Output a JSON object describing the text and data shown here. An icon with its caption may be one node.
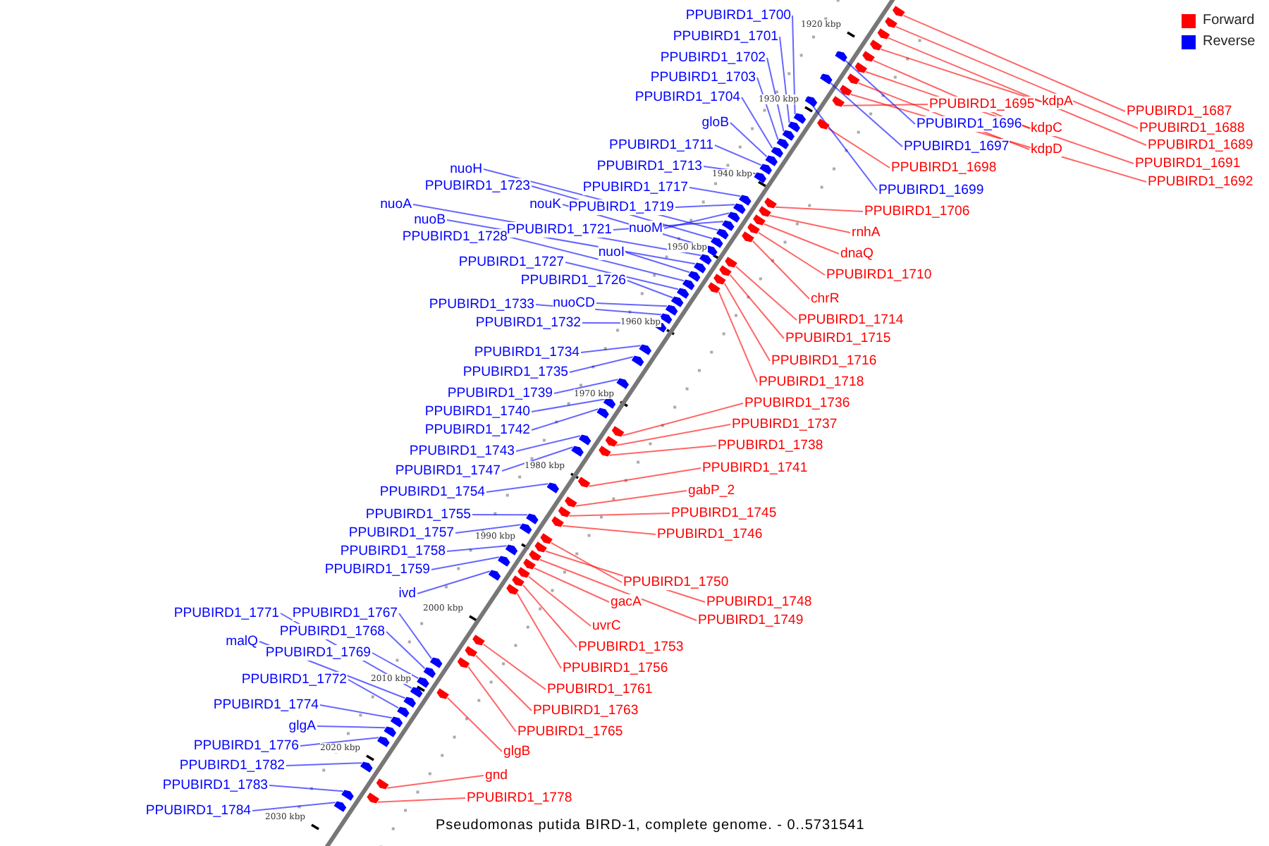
{
  "diagram": {
    "caption": "Pseudomonas putida BIRD-1, complete genome. - 0..5731541",
    "nodes": [
      {
        "text": [
          "PPUBIRD1_1700"
        ]
      },
      {
        "text": [
          "PPUBIRD1_1701"
        ]
      },
      {
        "text": [
          "PPUBIRD1_1702"
        ]
      },
      {
        "text": [
          "PPUBIRD1_1703"
        ]
      },
      {
        "text": [
          "PPUBIRD1_1704"
        ]
      },
      {
        "text": [
          "gloB"
        ]
      },
      {
        "text": [
          "PPUBIRD1_1711"
        ]
      },
      {
        "text": [
          "PPUBIRD1_1713"
        ]
      },
      {
        "text": [
          "PPUBIRD1_1717"
        ]
      },
      {
        "text": [
          "PPUBIRD1_1719"
        ]
      },
      {
        "text": [
          "nuoH"
        ]
      },
      {
        "text": [
          "PPUBIRD1_1723"
        ]
      },
      {
        "text": [
          "nouK"
        ]
      },
      {
        "text": [
          "nuoA"
        ]
      },
      {
        "text": [
          "nuoB"
        ]
      },
      {
        "text": [
          "PPUBIRD1_1728"
        ]
      },
      {
        "text": [
          "PPUBIRD1_1721"
        ]
      },
      {
        "text": [
          "nuoM"
        ]
      },
      {
        "text": [
          "nuoI"
        ]
      },
      {
        "text": [
          "PPUBIRD1_1727"
        ]
      },
      {
        "text": [
          "PPUBIRD1_1726"
        ]
      },
      {
        "text": [
          "PPUBIRD1_1733"
        ]
      },
      {
        "text": [
          "nuoCD"
        ]
      },
      {
        "text": [
          "PPUBIRD1_1732"
        ]
      },
      {
        "text": [
          "PPUBIRD1_1734"
        ]
      },
      {
        "text": [
          "PPUBIRD1_1735"
        ]
      },
      {
        "text": [
          "PPUBIRD1_1739"
        ]
      },
      {
        "text": [
          "PPUBIRD1_1740"
        ]
      },
      {
        "text": [
          "PPUBIRD1_1742"
        ]
      },
      {
        "text": [
          "PPUBIRD1_1743"
        ]
      },
      {
        "text": [
          "PPUBIRD1_1747"
        ]
      },
      {
        "text": [
          "PPUBIRD1_1754"
        ]
      },
      {
        "text": [
          "PPUBIRD1_1755"
        ]
      },
      {
        "text": [
          "PPUBIRD1_1757"
        ]
      },
      {
        "text": [
          "PPUBIRD1_1758"
        ]
      },
      {
        "text": [
          "PPUBIRD1_1759"
        ]
      },
      {
        "text": [
          "ivd"
        ]
      },
      {
        "text": [
          "PPUBIRD1_1771"
        ]
      },
      {
        "text": [
          "PPUBIRD1_1767"
        ]
      },
      {
        "text": [
          "PPUBIRD1_1768"
        ]
      },
      {
        "text": [
          "malQ"
        ]
      },
      {
        "text": [
          "PPUBIRD1_1769"
        ]
      },
      {
        "text": [
          "PPUBIRD1_1772"
        ]
      },
      {
        "text": [
          "PPUBIRD1_1774"
        ]
      },
      {
        "text": [
          "glgA"
        ]
      },
      {
        "text": [
          "PPUBIRD1_1776"
        ]
      },
      {
        "text": [
          "PPUBIRD1_1782"
        ]
      },
      {
        "text": [
          "PPUBIRD1_1783"
        ]
      },
      {
        "text": [
          "PPUBIRD1_1784"
        ]
      },
      {
        "text": [
          "kdpA"
        ]
      },
      {
        "text": [
          "PPUBIRD1_1695"
        ]
      },
      {
        "text": [
          "PPUBIRD1_1687"
        ]
      },
      {
        "text": [
          "PPUBIRD1_1696"
        ]
      },
      {
        "text": [
          "kdpC"
        ]
      },
      {
        "text": [
          "PPUBIRD1_1688"
        ]
      },
      {
        "text": [
          "PPUBIRD1_1697"
        ]
      },
      {
        "text": [
          "PPUBIRD1_1689"
        ]
      },
      {
        "text": [
          "kdpD"
        ]
      },
      {
        "text": [
          "PPUBIRD1_1691"
        ]
      },
      {
        "text": [
          "PPUBIRD1_1698"
        ]
      },
      {
        "text": [
          "PPUBIRD1_1692"
        ]
      },
      {
        "text": [
          "PPUBIRD1_1699"
        ]
      },
      {
        "text": [
          "PPUBIRD1_1706"
        ]
      },
      {
        "text": [
          "rnhA"
        ]
      },
      {
        "text": [
          "dnaQ"
        ]
      },
      {
        "text": [
          "PPUBIRD1_1710"
        ]
      },
      {
        "text": [
          "chrR"
        ]
      },
      {
        "text": [
          "PPUBIRD1_1714"
        ]
      },
      {
        "text": [
          "PPUBIRD1_1715"
        ]
      },
      {
        "text": [
          "PPUBIRD1_1716"
        ]
      },
      {
        "text": [
          "PPUBIRD1_1718"
        ]
      },
      {
        "text": [
          "PPUBIRD1_1736"
        ]
      },
      {
        "text": [
          "PPUBIRD1_1737"
        ]
      },
      {
        "text": [
          "PPUBIRD1_1738"
        ]
      },
      {
        "text": [
          "PPUBIRD1_1741"
        ]
      },
      {
        "text": [
          "gabP_2"
        ]
      },
      {
        "text": [
          "PPUBIRD1_1745"
        ]
      },
      {
        "text": [
          "PPUBIRD1_1746"
        ]
      },
      {
        "text": [
          "PPUBIRD1_1750"
        ]
      },
      {
        "text": [
          "PPUBIRD1_1748"
        ]
      },
      {
        "text": [
          "gacA"
        ]
      },
      {
        "text": [
          "PPUBIRD1_1749"
        ]
      },
      {
        "text": [
          "uvrC"
        ]
      },
      {
        "text": [
          "PPUBIRD1_1753"
        ]
      },
      {
        "text": [
          "PPUBIRD1_1756"
        ]
      },
      {
        "text": [
          "PPUBIRD1_1761"
        ]
      },
      {
        "text": [
          "PPUBIRD1_1763"
        ]
      },
      {
        "text": [
          "PPUBIRD1_1765"
        ]
      },
      {
        "text": [
          "glgB"
        ]
      },
      {
        "text": [
          "gnd"
        ]
      },
      {
        "text": [
          "PPUBIRD1_1778"
        ]
      },
      {
        "text": [],
        "shape": "arrow"
      },
      {
        "text": [],
        "shape": "arrow"
      },
      {
        "text": [],
        "shape": "arrow"
      },
      {
        "text": [],
        "shape": "arrow"
      },
      {
        "text": [],
        "shape": "arrow"
      },
      {
        "text": [],
        "shape": "arrow"
      },
      {
        "text": [],
        "shape": "arrow"
      },
      {
        "text": [],
        "shape": "arrow"
      },
      {
        "text": [],
        "shape": "arrow"
      },
      {
        "text": [],
        "shape": "arrow"
      },
      {
        "text": [],
        "shape": "arrow"
      },
      {
        "text": [],
        "shape": "arrow"
      },
      {
        "text": [],
        "shape": "arrow"
      },
      {
        "text": [],
        "shape": "arrow"
      },
      {
        "text": [],
        "shape": "arrow"
      },
      {
        "text": [],
        "shape": "arrow"
      },
      {
        "text": [],
        "shape": "arrow"
      },
      {
        "text": [],
        "shape": "arrow"
      },
      {
        "text": [],
        "shape": "arrow"
      },
      {
        "text": [],
        "shape": "arrow"
      },
      {
        "text": [],
        "shape": "arrow"
      },
      {
        "text": [],
        "shape": "arrow"
      },
      {
        "text": [],
        "shape": "arrow"
      },
      {
        "text": [],
        "shape": "arrow"
      },
      {
        "text": [],
        "shape": "arrow"
      },
      {
        "text": [],
        "shape": "arrow"
      },
      {
        "text": [],
        "shape": "arrow"
      },
      {
        "text": [],
        "shape": "arrow"
      },
      {
        "text": [],
        "shape": "arrow"
      },
      {
        "text": [],
        "shape": "arrow"
      },
      {
        "text": [],
        "shape": "arrow"
      },
      {
        "text": [],
        "shape": "arrow"
      },
      {
        "text": [],
        "shape": "arrow"
      },
      {
        "text": [],
        "shape": "arrow"
      },
      {
        "text": [],
        "shape": "arrow"
      },
      {
        "text": [],
        "shape": "arrow"
      },
      {
        "text": [],
        "shape": "arrow"
      },
      {
        "text": [],
        "shape": "arrow"
      },
      {
        "text": [],
        "shape": "arrow"
      },
      {
        "text": [],
        "shape": "arrow"
      },
      {
        "text": [],
        "shape": "arrow"
      },
      {
        "text": [],
        "shape": "arrow"
      },
      {
        "text": [],
        "shape": "arrow"
      },
      {
        "text": [],
        "shape": "arrow"
      },
      {
        "text": [],
        "shape": "arrow"
      },
      {
        "text": [],
        "shape": "arrow"
      },
      {
        "text": [],
        "shape": "arrow"
      },
      {
        "text": [],
        "shape": "arrow"
      },
      {
        "text": [],
        "shape": "arrow"
      },
      {
        "text": [],
        "shape": "arrow"
      },
      {
        "text": [],
        "shape": "arrow"
      },
      {
        "text": [],
        "shape": "arrow"
      },
      {
        "text": [],
        "shape": "arrow"
      },
      {
        "text": [],
        "shape": "arrow"
      },
      {
        "text": [],
        "shape": "arrow"
      },
      {
        "text": [],
        "shape": "arrow"
      },
      {
        "text": [],
        "shape": "arrow"
      },
      {
        "text": [],
        "shape": "arrow"
      },
      {
        "text": [],
        "shape": "arrow"
      },
      {
        "text": [],
        "shape": "arrow"
      },
      {
        "text": [],
        "shape": "arrow"
      },
      {
        "text": [],
        "shape": "arrow"
      },
      {
        "text": [],
        "shape": "arrow"
      },
      {
        "text": [],
        "shape": "arrow"
      },
      {
        "text": [],
        "shape": "arrow"
      },
      {
        "text": [],
        "shape": "arrow"
      },
      {
        "text": [],
        "shape": "arrow"
      },
      {
        "text": [],
        "shape": "arrow"
      },
      {
        "text": [],
        "shape": "arrow"
      },
      {
        "text": [],
        "shape": "arrow"
      },
      {
        "text": [],
        "shape": "arrow"
      },
      {
        "text": [],
        "shape": "arrow"
      },
      {
        "text": [],
        "shape": "arrow"
      },
      {
        "text": [],
        "shape": "arrow"
      },
      {
        "text": [],
        "shape": "arrow"
      },
      {
        "text": [],
        "shape": "arrow"
      },
      {
        "text": [],
        "shape": "arrow"
      },
      {
        "text": [],
        "shape": "arrow"
      },
      {
        "text": [],
        "shape": "arrow"
      },
      {
        "text": [],
        "shape": "arrow"
      },
      {
        "text": [],
        "shape": "arrow"
      },
      {
        "text": [],
        "shape": "arrow"
      },
      {
        "text": [],
        "shape": "arrow"
      },
      {
        "text": [],
        "shape": "arrow"
      },
      {
        "text": [],
        "shape": "arrow"
      },
      {
        "text": [],
        "shape": "arrow"
      },
      {
        "text": [],
        "shape": "arrow"
      },
      {
        "text": [],
        "shape": "arrow"
      },
      {
        "text": [],
        "shape": "arrow"
      },
      {
        "text": [],
        "shape": "arrow"
      },
      {
        "text": [],
        "shape": "arrow"
      }
    ],
    "edges": [
      {
        "from": 0,
        "to": 104,
        "arrow": "none"
      },
      {
        "from": 1,
        "to": 105,
        "arrow": "none"
      },
      {
        "from": 2,
        "to": 106,
        "arrow": "none"
      },
      {
        "from": 3,
        "to": 107,
        "arrow": "none"
      },
      {
        "from": 4,
        "to": 108,
        "arrow": "none"
      },
      {
        "from": 5,
        "to": 109,
        "arrow": "none"
      },
      {
        "from": 6,
        "to": 110,
        "arrow": "none"
      },
      {
        "from": 7,
        "to": 111,
        "arrow": "none"
      },
      {
        "from": 8,
        "to": 113,
        "arrow": "none"
      },
      {
        "from": 9,
        "to": 115,
        "arrow": "none"
      },
      {
        "from": 10,
        "to": 121,
        "arrow": "none"
      },
      {
        "from": 11,
        "to": 122,
        "arrow": "none"
      },
      {
        "from": 12,
        "to": 123,
        "arrow": "none"
      },
      {
        "from": 13,
        "to": 125,
        "arrow": "none"
      },
      {
        "from": 14,
        "to": 127,
        "arrow": "none"
      },
      {
        "from": 15,
        "to": 131,
        "arrow": "none"
      },
      {
        "from": 16,
        "to": 119,
        "arrow": "none"
      },
      {
        "from": 17,
        "to": 117,
        "arrow": "none"
      },
      {
        "from": 18,
        "to": 129,
        "arrow": "none"
      },
      {
        "from": 19,
        "to": 132,
        "arrow": "none"
      },
      {
        "from": 20,
        "to": 133,
        "arrow": "none"
      },
      {
        "from": 21,
        "to": 135,
        "arrow": "none"
      },
      {
        "from": 22,
        "to": 134,
        "arrow": "none"
      },
      {
        "from": 23,
        "to": 136,
        "arrow": "none"
      },
      {
        "from": 24,
        "to": 137,
        "arrow": "none"
      },
      {
        "from": 25,
        "to": 138,
        "arrow": "none"
      },
      {
        "from": 26,
        "to": 139,
        "arrow": "none"
      },
      {
        "from": 27,
        "to": 140,
        "arrow": "none"
      },
      {
        "from": 28,
        "to": 141,
        "arrow": "none"
      },
      {
        "from": 29,
        "to": 144,
        "arrow": "none"
      },
      {
        "from": 30,
        "to": 146,
        "arrow": "none"
      },
      {
        "from": 31,
        "to": 148,
        "arrow": "none"
      },
      {
        "from": 32,
        "to": 152,
        "arrow": "none"
      },
      {
        "from": 33,
        "to": 154,
        "arrow": "none"
      },
      {
        "from": 34,
        "to": 157,
        "arrow": "none"
      },
      {
        "from": 35,
        "to": 159,
        "arrow": "none"
      },
      {
        "from": 36,
        "to": 162,
        "arrow": "none"
      },
      {
        "from": 37,
        "to": 171,
        "arrow": "none"
      },
      {
        "from": 38,
        "to": 167,
        "arrow": "none"
      },
      {
        "from": 39,
        "to": 168,
        "arrow": "none"
      },
      {
        "from": 40,
        "to": 172,
        "arrow": "none"
      },
      {
        "from": 41,
        "to": 169,
        "arrow": "none"
      },
      {
        "from": 42,
        "to": 173,
        "arrow": "none"
      },
      {
        "from": 43,
        "to": 174,
        "arrow": "none"
      },
      {
        "from": 44,
        "to": 175,
        "arrow": "none"
      },
      {
        "from": 45,
        "to": 176,
        "arrow": "none"
      },
      {
        "from": 46,
        "to": 177,
        "arrow": "none"
      },
      {
        "from": 47,
        "to": 180,
        "arrow": "none"
      },
      {
        "from": 48,
        "to": 181,
        "arrow": "none"
      },
      {
        "from": 49,
        "to": 94,
        "arrow": "none",
        "color": "#ff0000"
      },
      {
        "from": 50,
        "to": 101,
        "arrow": "none",
        "color": "#ff0000"
      },
      {
        "from": 51,
        "to": 91,
        "arrow": "none",
        "color": "#ff0000"
      },
      {
        "from": 52,
        "to": 97,
        "arrow": "none"
      },
      {
        "from": 53,
        "to": 95,
        "arrow": "none",
        "color": "#ff0000"
      },
      {
        "from": 54,
        "to": 92,
        "arrow": "none",
        "color": "#ff0000"
      },
      {
        "from": 55,
        "to": 100,
        "arrow": "none"
      },
      {
        "from": 56,
        "to": 93,
        "arrow": "none",
        "color": "#ff0000"
      },
      {
        "from": 57,
        "to": 98,
        "arrow": "none",
        "color": "#ff0000"
      },
      {
        "from": 58,
        "to": 96,
        "arrow": "none",
        "color": "#ff0000"
      },
      {
        "from": 59,
        "to": 103,
        "arrow": "none",
        "color": "#ff0000"
      },
      {
        "from": 60,
        "to": 99,
        "arrow": "none",
        "color": "#ff0000"
      },
      {
        "from": 61,
        "to": 102,
        "arrow": "none"
      },
      {
        "from": 62,
        "to": 112,
        "arrow": "none",
        "color": "#ff0000"
      },
      {
        "from": 63,
        "to": 114,
        "arrow": "none",
        "color": "#ff0000"
      },
      {
        "from": 64,
        "to": 116,
        "arrow": "none",
        "color": "#ff0000"
      },
      {
        "from": 65,
        "to": 118,
        "arrow": "none",
        "color": "#ff0000"
      },
      {
        "from": 66,
        "to": 120,
        "arrow": "none",
        "color": "#ff0000"
      },
      {
        "from": 67,
        "to": 124,
        "arrow": "none",
        "color": "#ff0000"
      },
      {
        "from": 68,
        "to": 126,
        "arrow": "none",
        "color": "#ff0000"
      },
      {
        "from": 69,
        "to": 128,
        "arrow": "none",
        "color": "#ff0000"
      },
      {
        "from": 70,
        "to": 130,
        "arrow": "none",
        "color": "#ff0000"
      },
      {
        "from": 71,
        "to": 142,
        "arrow": "none",
        "color": "#ff0000"
      },
      {
        "from": 72,
        "to": 143,
        "arrow": "none",
        "color": "#ff0000"
      },
      {
        "from": 73,
        "to": 145,
        "arrow": "none",
        "color": "#ff0000"
      },
      {
        "from": 74,
        "to": 147,
        "arrow": "none",
        "color": "#ff0000"
      },
      {
        "from": 75,
        "to": 149,
        "arrow": "none",
        "color": "#ff0000"
      },
      {
        "from": 76,
        "to": 150,
        "arrow": "none",
        "color": "#ff0000"
      },
      {
        "from": 77,
        "to": 151,
        "arrow": "none",
        "color": "#ff0000"
      },
      {
        "from": 78,
        "to": 153,
        "arrow": "none",
        "color": "#ff0000"
      },
      {
        "from": 79,
        "to": 155,
        "arrow": "none",
        "color": "#ff0000"
      },
      {
        "from": 80,
        "to": 158,
        "arrow": "none",
        "color": "#ff0000"
      },
      {
        "from": 81,
        "to": 156,
        "arrow": "none",
        "color": "#ff0000"
      },
      {
        "from": 82,
        "to": 160,
        "arrow": "none",
        "color": "#ff0000"
      },
      {
        "from": 83,
        "to": 161,
        "arrow": "none",
        "color": "#ff0000"
      },
      {
        "from": 84,
        "to": 163,
        "arrow": "none",
        "color": "#ff0000"
      },
      {
        "from": 85,
        "to": 164,
        "arrow": "none",
        "color": "#ff0000"
      },
      {
        "from": 86,
        "to": 165,
        "arrow": "none",
        "color": "#ff0000"
      },
      {
        "from": 87,
        "to": 166,
        "arrow": "none",
        "color": "#ff0000"
      },
      {
        "from": 88,
        "to": 170,
        "arrow": "none",
        "color": "#ff0000"
      },
      {
        "from": 89,
        "to": 178,
        "arrow": "none",
        "color": "#ff0000"
      },
      {
        "from": 90,
        "to": 179,
        "arrow": "none",
        "color": "#ff0000"
      }
    ],
    "labels": [
      "1920 kbp",
      "1930 kbp",
      "1940 kbp",
      "1950 kbp",
      "1960 kbp",
      "1970 kbp",
      "1980 kbp",
      "1990 kbp",
      "2000 kbp",
      "2010 kbp",
      "2020 kbp",
      "2030 kbp"
    ],
    "legend": [
      {
        "text": "Forward",
        "color": "#ff0000"
      },
      {
        "text": "Reverse",
        "color": "#0000ff"
      }
    ]
  }
}
